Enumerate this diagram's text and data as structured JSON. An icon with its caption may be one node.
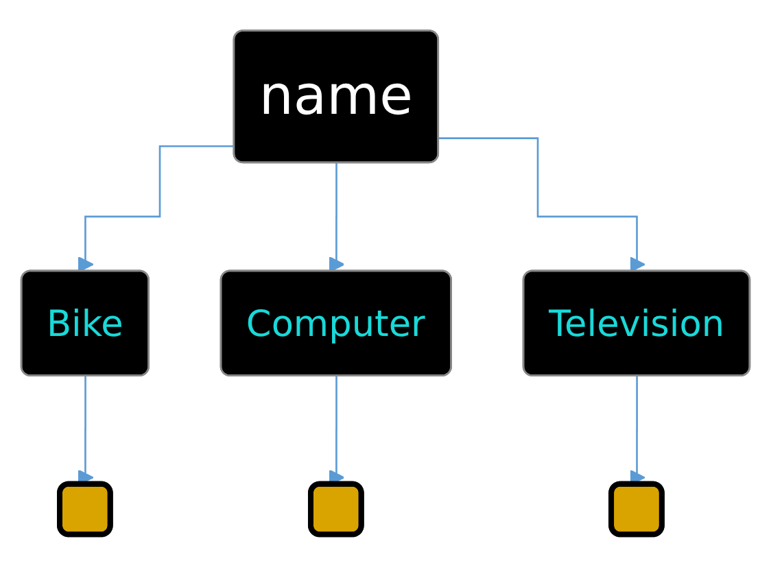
{
  "diagram": {
    "nodes": [
      {
        "text": [
          "name"
        ]
      },
      {
        "text": [
          "Bike"
        ]
      },
      {
        "text": [
          "Computer"
        ]
      },
      {
        "text": [
          "Television"
        ]
      },
      {
        "text": [],
        "shape": "box"
      },
      {
        "text": [],
        "shape": "box"
      },
      {
        "text": [],
        "shape": "box"
      }
    ],
    "edges": [
      {
        "from": 0,
        "to": 1,
        "arrow": "to"
      },
      {
        "from": 0,
        "to": 2,
        "arrow": "to"
      },
      {
        "from": 0,
        "to": 3,
        "arrow": "to"
      },
      {
        "from": 1,
        "to": 4,
        "arrow": "to"
      },
      {
        "from": 2,
        "to": 5,
        "arrow": "to"
      },
      {
        "from": 3,
        "to": 6,
        "arrow": "to"
      }
    ]
  }
}
